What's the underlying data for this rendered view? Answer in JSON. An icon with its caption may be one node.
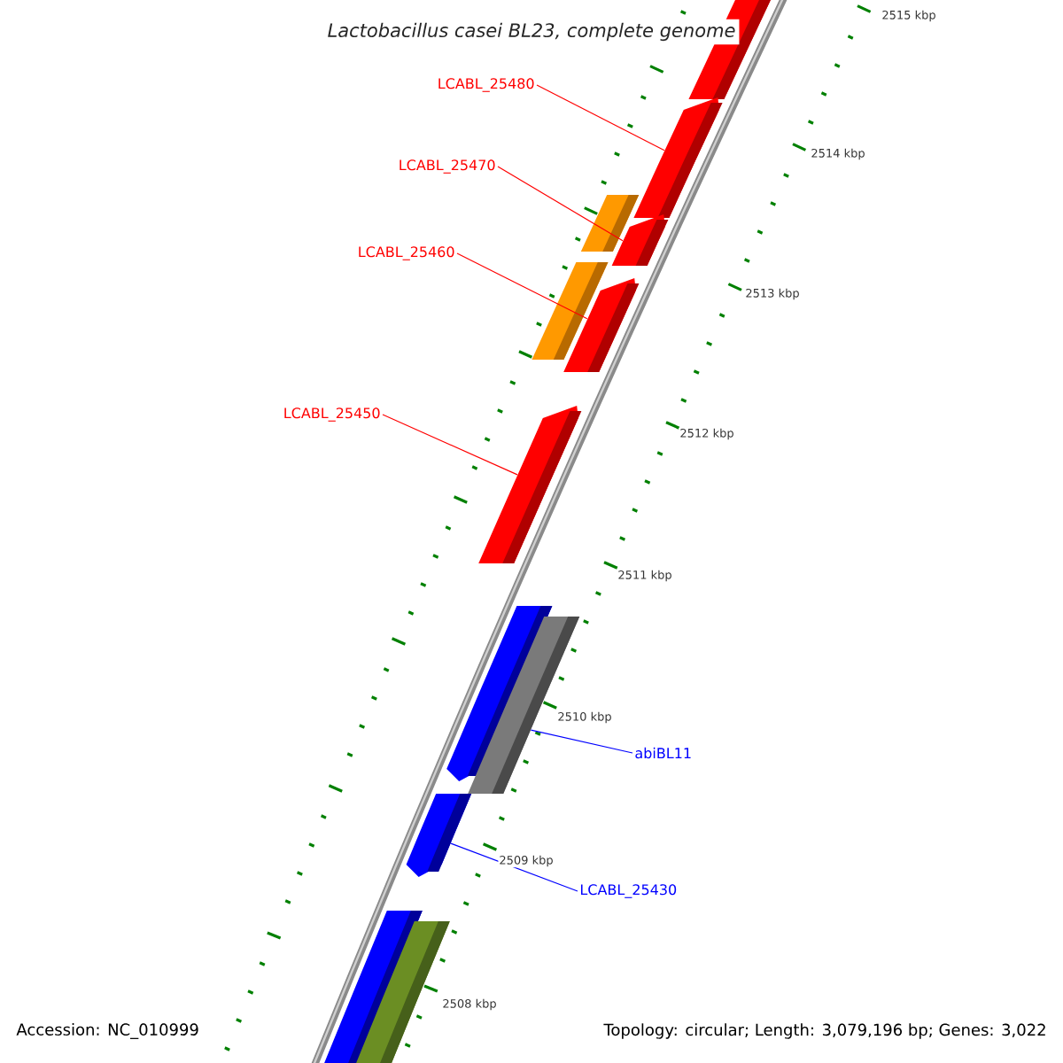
{
  "diagram": {
    "title": "Lactobacillus casei BL23, complete genome",
    "nodes": [
      {
        "text": [
          "LCABL_25480"
        ]
      },
      {
        "text": [
          "LCABL_25470"
        ]
      },
      {
        "text": [
          "LCABL_25460"
        ]
      },
      {
        "text": [
          "LCABL_25450"
        ]
      },
      {
        "text": [
          "abiBL11"
        ]
      },
      {
        "text": [
          "LCABL_25430"
        ]
      },
      {
        "text": [],
        "shape": "bar"
      },
      {
        "text": [],
        "shape": "bar"
      },
      {
        "text": [],
        "shape": "bar"
      },
      {
        "text": [],
        "shape": "bar"
      },
      {
        "text": [],
        "shape": "bar"
      },
      {
        "text": [],
        "shape": "bar"
      },
      {
        "text": [],
        "shape": "bar"
      },
      {
        "text": [],
        "shape": "bar"
      },
      {
        "text": [],
        "shape": "bar"
      },
      {
        "text": [],
        "shape": "bar"
      },
      {
        "text": [],
        "shape": "bar"
      },
      {
        "text": [],
        "shape": "bar"
      }
    ],
    "edges": [
      {
        "from": 0,
        "to": 7,
        "arrow": "none"
      },
      {
        "from": 1,
        "to": 9,
        "arrow": "none"
      },
      {
        "from": 2,
        "to": 11,
        "arrow": "none"
      },
      {
        "from": 3,
        "to": 12,
        "arrow": "none"
      },
      {
        "from": 4,
        "to": 14,
        "arrow": "none",
        "color": "#0000ff"
      },
      {
        "from": 5,
        "to": 15,
        "arrow": "none",
        "color": "#0000ff"
      }
    ],
    "labels": [
      "2515 kbp",
      "2514 kbp",
      "2513 kbp",
      "2512 kbp",
      "2511 kbp",
      "2510 kbp",
      "2509 kbp",
      "2508 kbp",
      "Accession: NC_010999",
      "Topology: circular; Length: 3,079,196 bp; Genes: 3,022"
    ]
  }
}
